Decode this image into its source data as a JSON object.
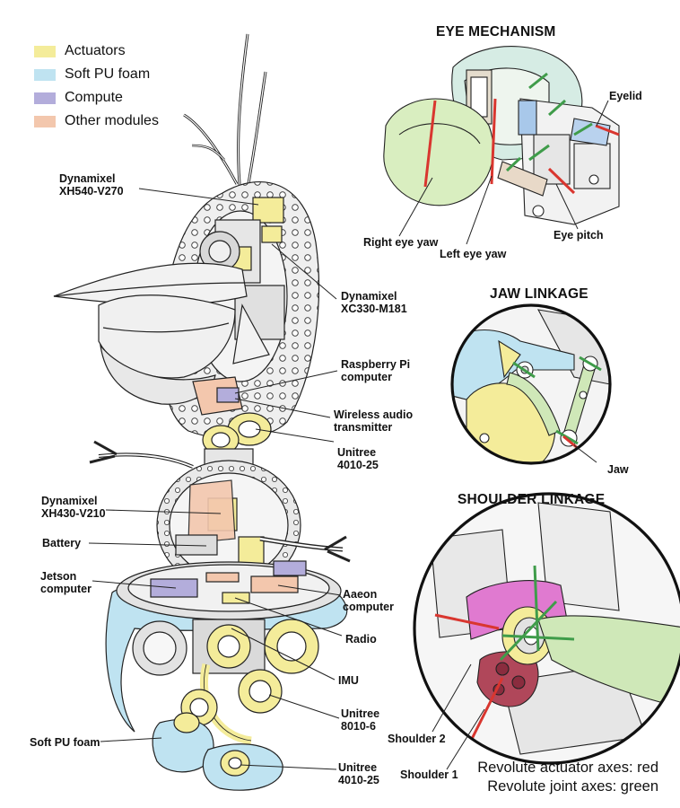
{
  "legend": [
    {
      "label": "Actuators",
      "color": "#f4ec9a"
    },
    {
      "label": "Soft PU foam",
      "color": "#bfe3f1"
    },
    {
      "label": "Compute",
      "color": "#b3addb"
    },
    {
      "label": "Other modules",
      "color": "#f3c7ad"
    }
  ],
  "colors": {
    "actuator": "#f4ec9a",
    "foam": "#bfe3f1",
    "compute": "#b3addb",
    "other": "#f3c7ad",
    "actuator_axis": "#d9362f",
    "joint_axis": "#3f9c4a",
    "eye_shell": "#d9eec0",
    "eye_lid": "#d6ece4",
    "shoulder_pink": "#e07ad0",
    "shoulder_red": "#b0475a",
    "arm_green": "#cfe8b8",
    "line": "#222222"
  },
  "robot_labels": {
    "dynamixel_xh540": [
      "Dynamixel",
      "XH540-V270"
    ],
    "dynamixel_xc330": [
      "Dynamixel",
      "XC330-M181"
    ],
    "raspberry_pi": [
      "Raspberry Pi",
      "computer"
    ],
    "wireless_audio": [
      "Wireless audio",
      "transmitter"
    ],
    "unitree_4010_upper": [
      "Unitree",
      "4010-25"
    ],
    "dynamixel_xh430": [
      "Dynamixel",
      "XH430-V210"
    ],
    "battery": "Battery",
    "jetson": [
      "Jetson",
      "computer"
    ],
    "aaeon": [
      "Aaeon",
      "computer"
    ],
    "radio": "Radio",
    "imu": "IMU",
    "unitree_8010": [
      "Unitree",
      "8010-6"
    ],
    "soft_pu_foam": "Soft PU foam",
    "unitree_4010_lower": [
      "Unitree",
      "4010-25"
    ]
  },
  "eye_mechanism": {
    "title": "EYE MECHANISM",
    "eyelid": "Eyelid",
    "right_eye_yaw": "Right eye yaw",
    "left_eye_yaw": "Left eye yaw",
    "eye_pitch": "Eye pitch"
  },
  "jaw_linkage": {
    "title": "JAW LINKAGE",
    "jaw": "Jaw"
  },
  "shoulder_linkage": {
    "title": "SHOULDER LINKAGE",
    "shoulder_2": "Shoulder 2",
    "shoulder_1": "Shoulder 1"
  },
  "captions": {
    "actuator_axes": "Revolute actuator axes: red",
    "joint_axes": "Revolute joint axes: green"
  }
}
